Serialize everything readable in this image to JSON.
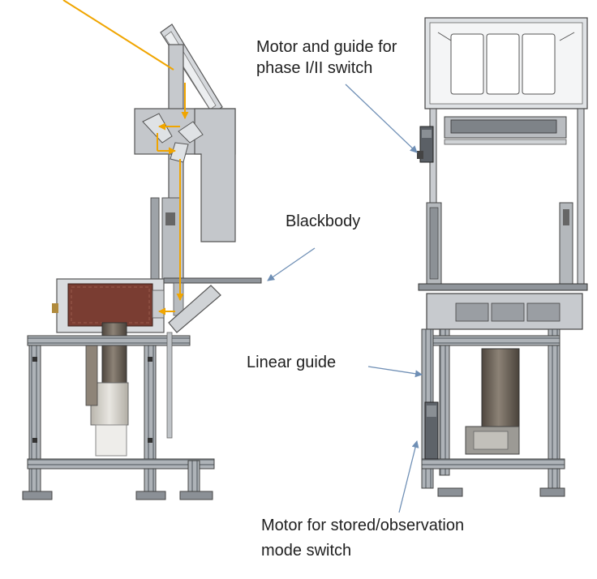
{
  "labels": {
    "motor_guide_line1": "Motor and guide for",
    "motor_guide_line2": "phase I/II switch",
    "blackbody": "Blackbody",
    "linear_guide": "Linear guide",
    "motor_mode_line1": "Motor for stored/observation",
    "motor_mode_line2": "mode switch"
  },
  "colors": {
    "beam": "#f0a500",
    "callout_arrow": "#6f8fb5",
    "frame_steel": "#9aa0a6",
    "frame_dark": "#5f656b",
    "panel": "#c9ccd0",
    "blackbody_body": "#7a3d32",
    "cylinder": "#6b6258"
  }
}
